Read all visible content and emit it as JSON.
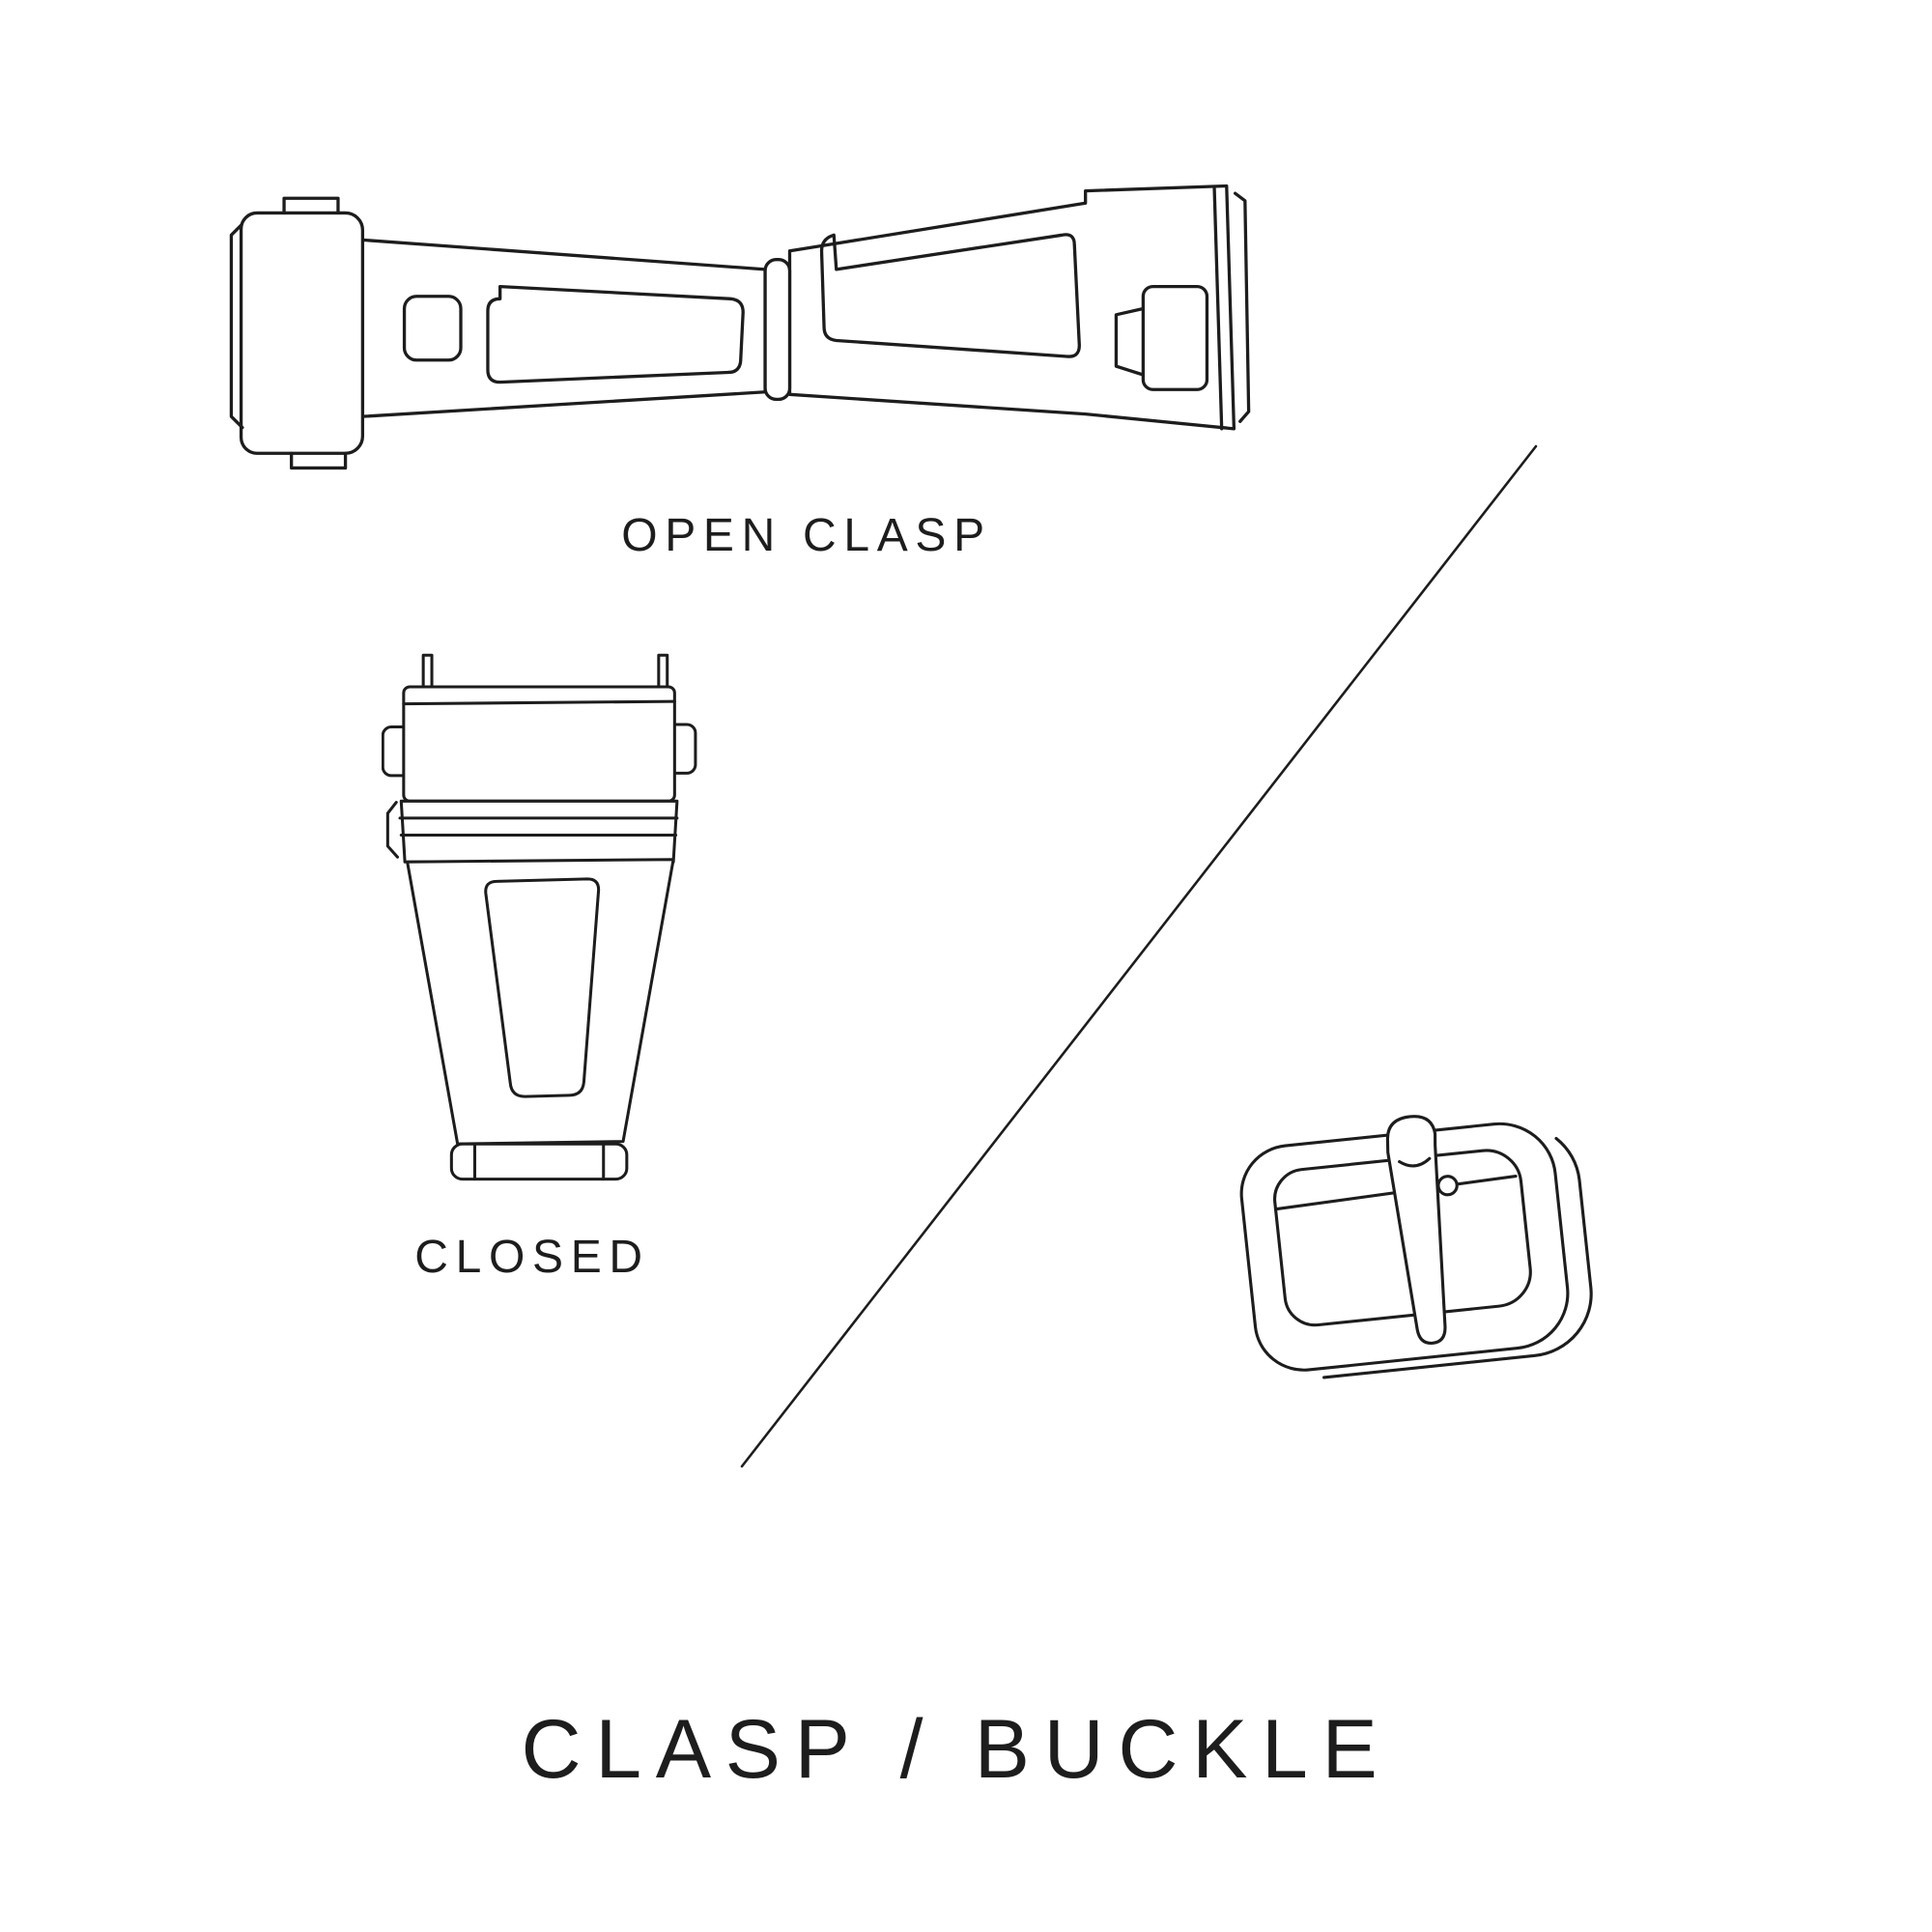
{
  "page": {
    "title": "CLASP / BUCKLE",
    "background": "#ffffff",
    "ink": "#1d1d1d"
  },
  "labels": {
    "open_clasp": "OPEN CLASP",
    "closed": "CLOSED"
  },
  "figures": [
    {
      "id": "open-clasp",
      "label": "OPEN CLASP"
    },
    {
      "id": "closed-clasp",
      "label": "CLOSED"
    },
    {
      "id": "buckle",
      "label": ""
    }
  ]
}
